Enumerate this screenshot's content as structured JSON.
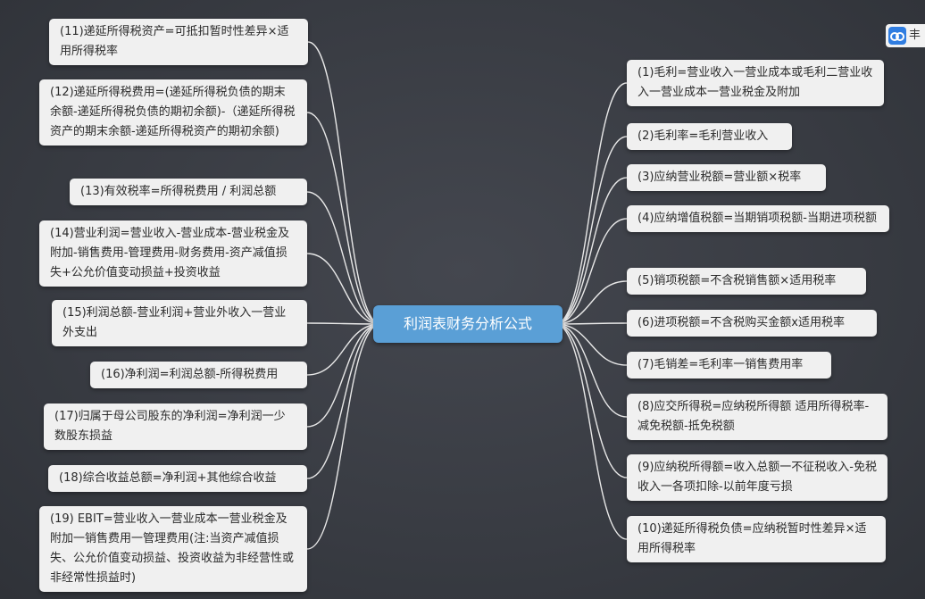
{
  "center_topic": "利润表财务分析公式",
  "nodes_left": [
    {
      "id": "n11",
      "text": "(11)递延所得税资产=可抵扣暂时性差异×适用所得税率"
    },
    {
      "id": "n12",
      "text": "(12)递延所得税费用=(递延所得税负债的期末余额-递延所得税负债的期初余额)-（递延所得税资产的期末余额-递延所得税资产的期初余额)"
    },
    {
      "id": "n13",
      "text": "(13)有效税率=所得税费用 / 利润总额"
    },
    {
      "id": "n14",
      "text": "(14)营业利润=营业收入-营业成本-营业税金及附加-销售费用-管理费用-财务费用-资产减值损失+公允价值变动损益+投资收益"
    },
    {
      "id": "n15",
      "text": "(15)利润总额-营业利润+营业外收入一营业外支出"
    },
    {
      "id": "n16",
      "text": "(16)净利润=利润总额-所得税费用"
    },
    {
      "id": "n17",
      "text": "(17)归属于母公司股东的净利润=净利润一少数股东损益"
    },
    {
      "id": "n18",
      "text": "(18)综合收益总额=净利润+其他综合收益"
    },
    {
      "id": "n19",
      "text": "(19) EBIT=营业收入一营业成本一营业税金及附加一销售费用一管理费用(注:当资产减值损失、公允价值变动损益、投资收益为非经营性或非经常性损益时)"
    }
  ],
  "nodes_right": [
    {
      "id": "n1",
      "text": "(1)毛利=营业收入一营业成本或毛利二营业收入一营业成本一营业税金及附加"
    },
    {
      "id": "n2",
      "text": "(2)毛利率=毛利营业收入"
    },
    {
      "id": "n3",
      "text": "(3)应纳营业税额=营业额×税率"
    },
    {
      "id": "n4",
      "text": "(4)应纳增值税额=当期销项税额-当期进项税额"
    },
    {
      "id": "n5",
      "text": "(5)销项税额=不含税销售额×适用税率"
    },
    {
      "id": "n6",
      "text": "(6)进项税额=不含税购买金额x适用税率"
    },
    {
      "id": "n7",
      "text": "(7)毛销差=毛利率一销售费用率"
    },
    {
      "id": "n8",
      "text": "(8)应交所得税=应纳税所得额 适用所得税率-减免税额-抵免税额"
    },
    {
      "id": "n9",
      "text": "(9)应纳税所得额=收入总额一不征税收入-免税收入一各项扣除-以前年度亏损"
    },
    {
      "id": "n10",
      "text": "(10)递延所得税负债=应纳税暂时性差异×适用所得税率"
    }
  ],
  "corner_badge": {
    "icon": "baidu-pan-icon",
    "text": "丰"
  }
}
